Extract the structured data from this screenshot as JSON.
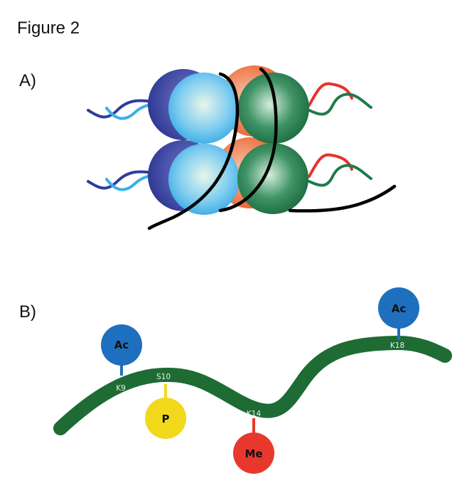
{
  "figure": {
    "title": "Figure 2",
    "panels": [
      {
        "label": "A)",
        "description": "Nucleosome: histone octamer (two layers of four histone spheres) wrapped by DNA, with histone tails",
        "histone_colors": {
          "dark_blue": "#2e3d9b",
          "light_blue": "#3ab0e6",
          "orange": "#ee6a3c",
          "green": "#1f7a4a",
          "dna": "#000000",
          "tail_red": "#e8322c"
        }
      },
      {
        "label": "B)",
        "description": "Histone tail with post-translational modifications",
        "tail_color": "#1e6b34",
        "modifications": [
          {
            "residue": "K9",
            "mod": "Ac",
            "color": "#1f6fbf",
            "side": "above"
          },
          {
            "residue": "S10",
            "mod": "P",
            "color": "#f2d81a",
            "side": "below"
          },
          {
            "residue": "K14",
            "mod": "Me",
            "color": "#e8382e",
            "side": "below"
          },
          {
            "residue": "K18",
            "mod": "Ac",
            "color": "#1f6fbf",
            "side": "above"
          }
        ]
      }
    ]
  }
}
